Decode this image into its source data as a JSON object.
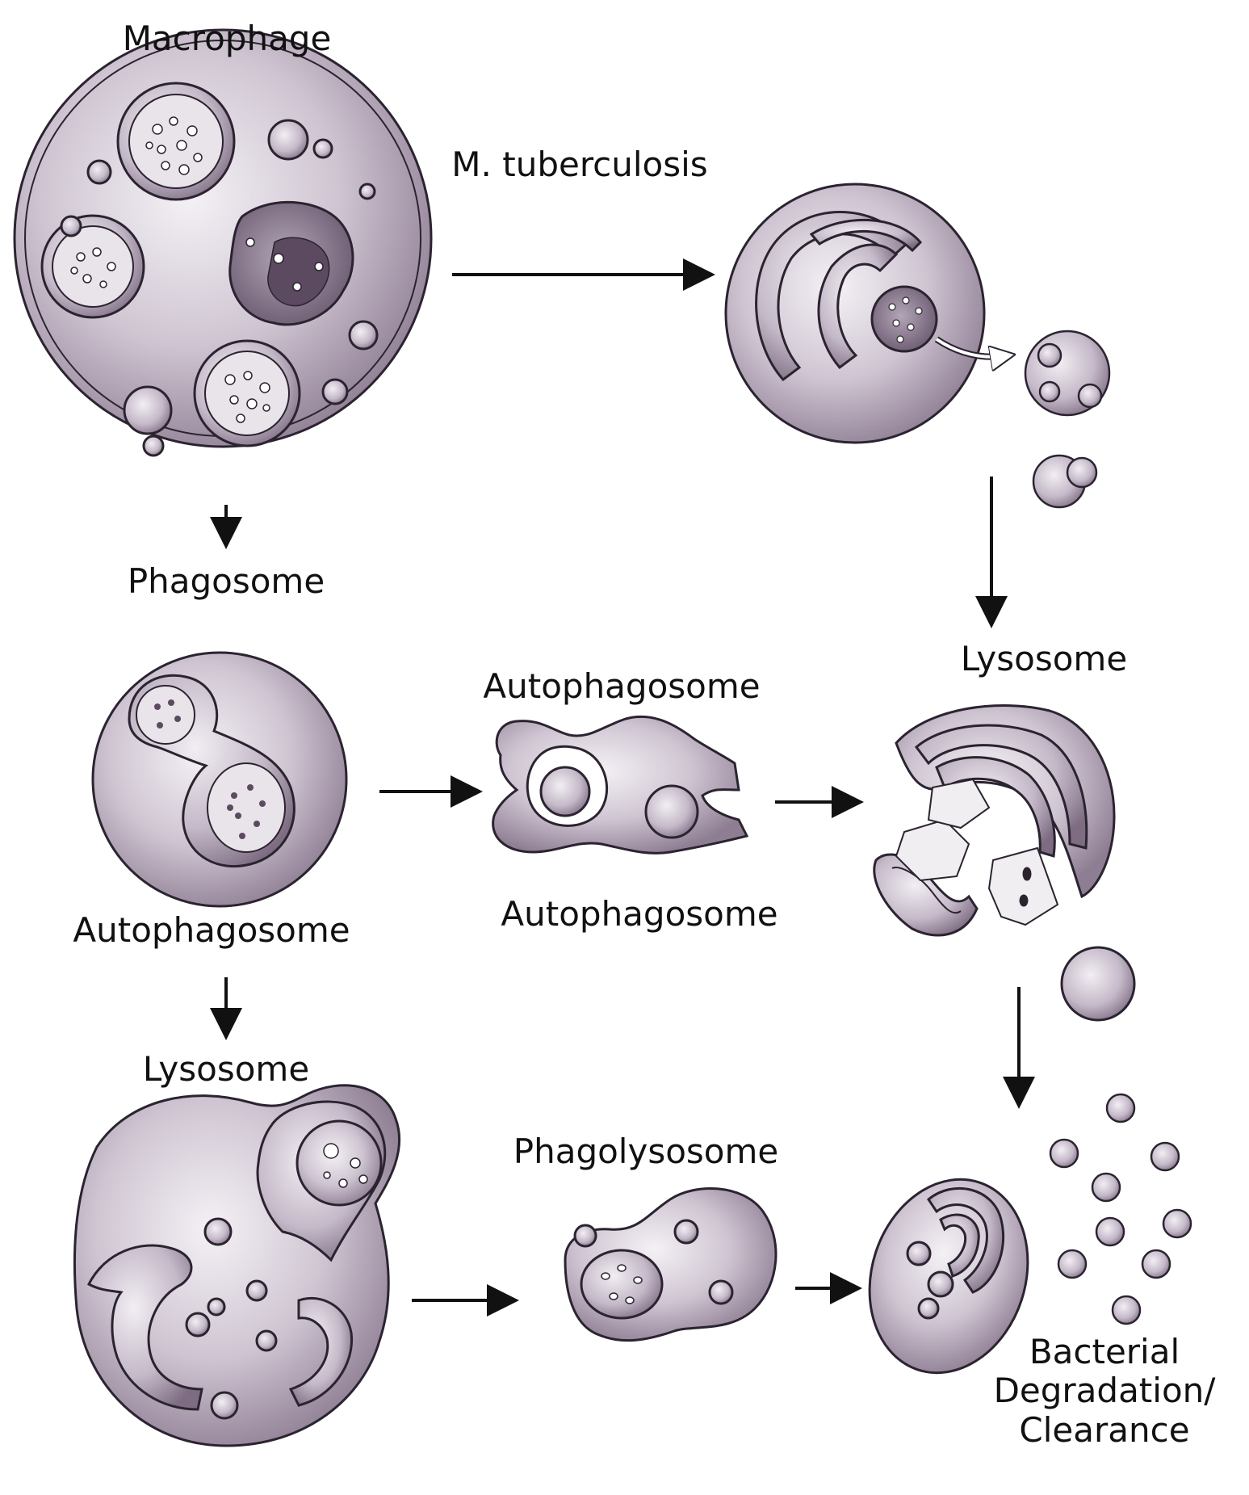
{
  "labels": {
    "macrophage": "Macrophage",
    "m_tuberculosis": "M. tuberculosis",
    "phagosome": "Phagosome",
    "autophagosome_left": "Autophagosome",
    "autophagosome_top": "Autophagosome",
    "autophagosome_bottom": "Autophagosome",
    "lysosome_right": "Lysosome",
    "lysosome_left": "Lysosome",
    "phagolysosome": "Phagolysosome",
    "clearance_line1": "Bacterial",
    "clearance_line2": "Degradation/",
    "clearance_line3": "Clearance"
  },
  "colors": {
    "cell_fill": "#c9bfcc",
    "cell_light": "#ece7ee",
    "cell_dark": "#8f7f94",
    "outline": "#2b2430",
    "arrow": "#111111",
    "background": "#ffffff"
  }
}
